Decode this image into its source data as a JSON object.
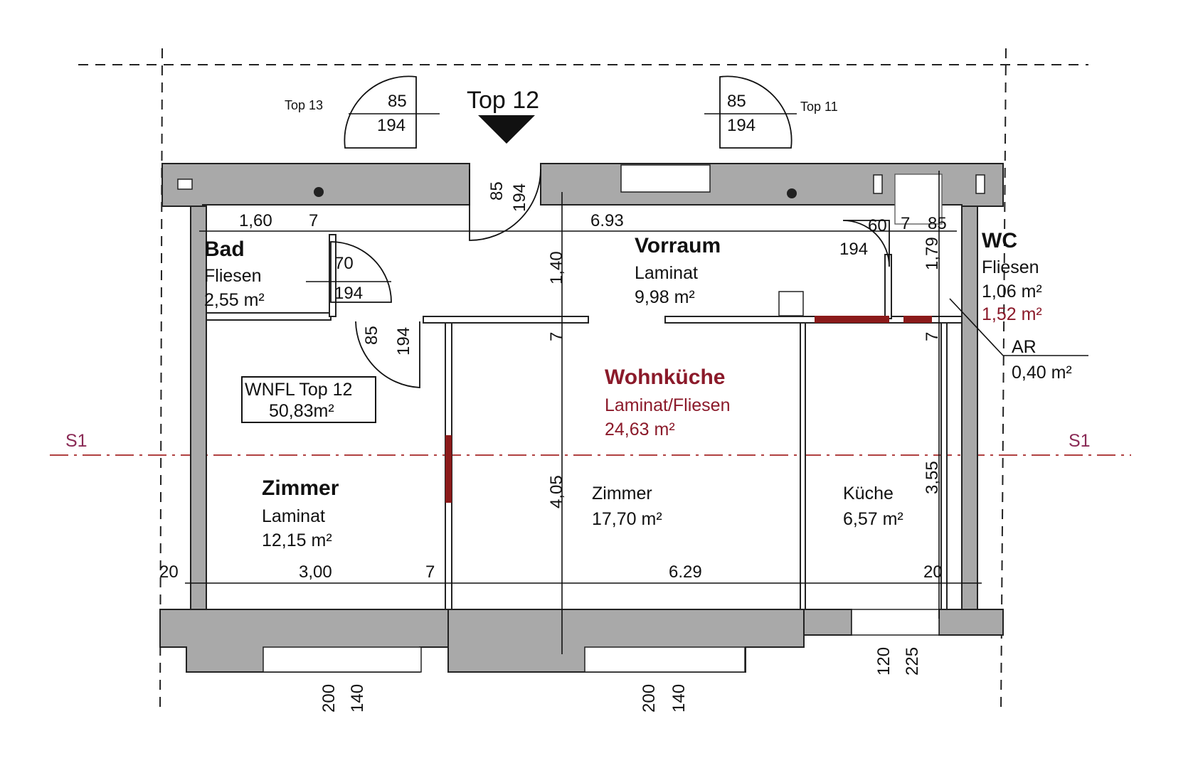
{
  "title": "Top 12",
  "neighbors": {
    "left": "Top 13",
    "right": "Top 11"
  },
  "rooms": {
    "bad": {
      "name": "Bad",
      "floor": "Fliesen",
      "area": "2,55 m²"
    },
    "vorraum": {
      "name": "Vorraum",
      "floor": "Laminat",
      "area": "9,98 m²"
    },
    "wc": {
      "name": "WC",
      "floor": "Fliesen",
      "area": "1,06 m²",
      "area2": "1,52 m²"
    },
    "ar": {
      "name": "AR",
      "area": "0,40 m²"
    },
    "wohnkueche": {
      "name": "Wohnküche",
      "floor": "Laminat/Fliesen",
      "area": "24,63 m²"
    },
    "zimmer_left": {
      "name": "Zimmer",
      "floor": "Laminat",
      "area": "12,15 m²"
    },
    "zimmer_mid": {
      "name": "Zimmer",
      "area": "17,70 m²"
    },
    "kueche": {
      "name": "Küche",
      "area": "6,57 m²"
    }
  },
  "wnfl": {
    "line1": "WNFL Top 12",
    "line2": "50,83m²"
  },
  "section": {
    "left": "S1",
    "right": "S1"
  },
  "dimensions": {
    "d160": "1,60",
    "d7a": "7",
    "d693": "6.93",
    "d60": "60",
    "d7b": "7",
    "d85a": "85",
    "d140v": "1,40",
    "d179": "1,79",
    "d7c": "7",
    "d7d": "7",
    "d405": "4,05",
    "d355": "3,55",
    "d20a": "20",
    "d300": "3,00",
    "d7e": "7",
    "d629": "6.29",
    "d20b": "20"
  },
  "doors": {
    "top13": {
      "w": "85",
      "h": "194"
    },
    "top11": {
      "w": "85",
      "h": "194"
    },
    "entry": {
      "w": "85",
      "h": "194"
    },
    "bad": {
      "w": "70",
      "h": "194"
    },
    "zimmer": {
      "w": "85",
      "h": "194"
    },
    "wc": {
      "h": "194"
    }
  },
  "windows": {
    "w1": {
      "a": "200",
      "b": "140"
    },
    "w2": {
      "a": "200",
      "b": "140"
    },
    "w3": {
      "a": "120",
      "b": "225"
    }
  }
}
